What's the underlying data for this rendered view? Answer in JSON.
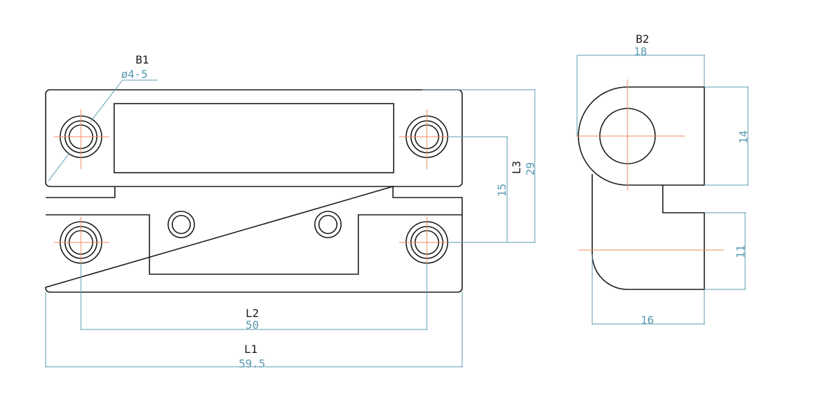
{
  "colors": {
    "outline": "#1a1a1a",
    "centerline": "#f08a5d",
    "dimension": "#5a9bb0",
    "background": "#ffffff"
  },
  "front_view": {
    "labels": {
      "b1": "B1",
      "b1_value": "ø4-5",
      "l1": "L1",
      "l1_value": "59.5",
      "l2": "L2",
      "l2_value": "50",
      "l3": "L3",
      "l3_value": "29",
      "hole_spacing_value": "15"
    }
  },
  "side_view": {
    "labels": {
      "b2": "B2",
      "b2_value": "18",
      "height_top_value": "14",
      "height_bottom_value": "11",
      "width_bottom_value": "16"
    }
  }
}
